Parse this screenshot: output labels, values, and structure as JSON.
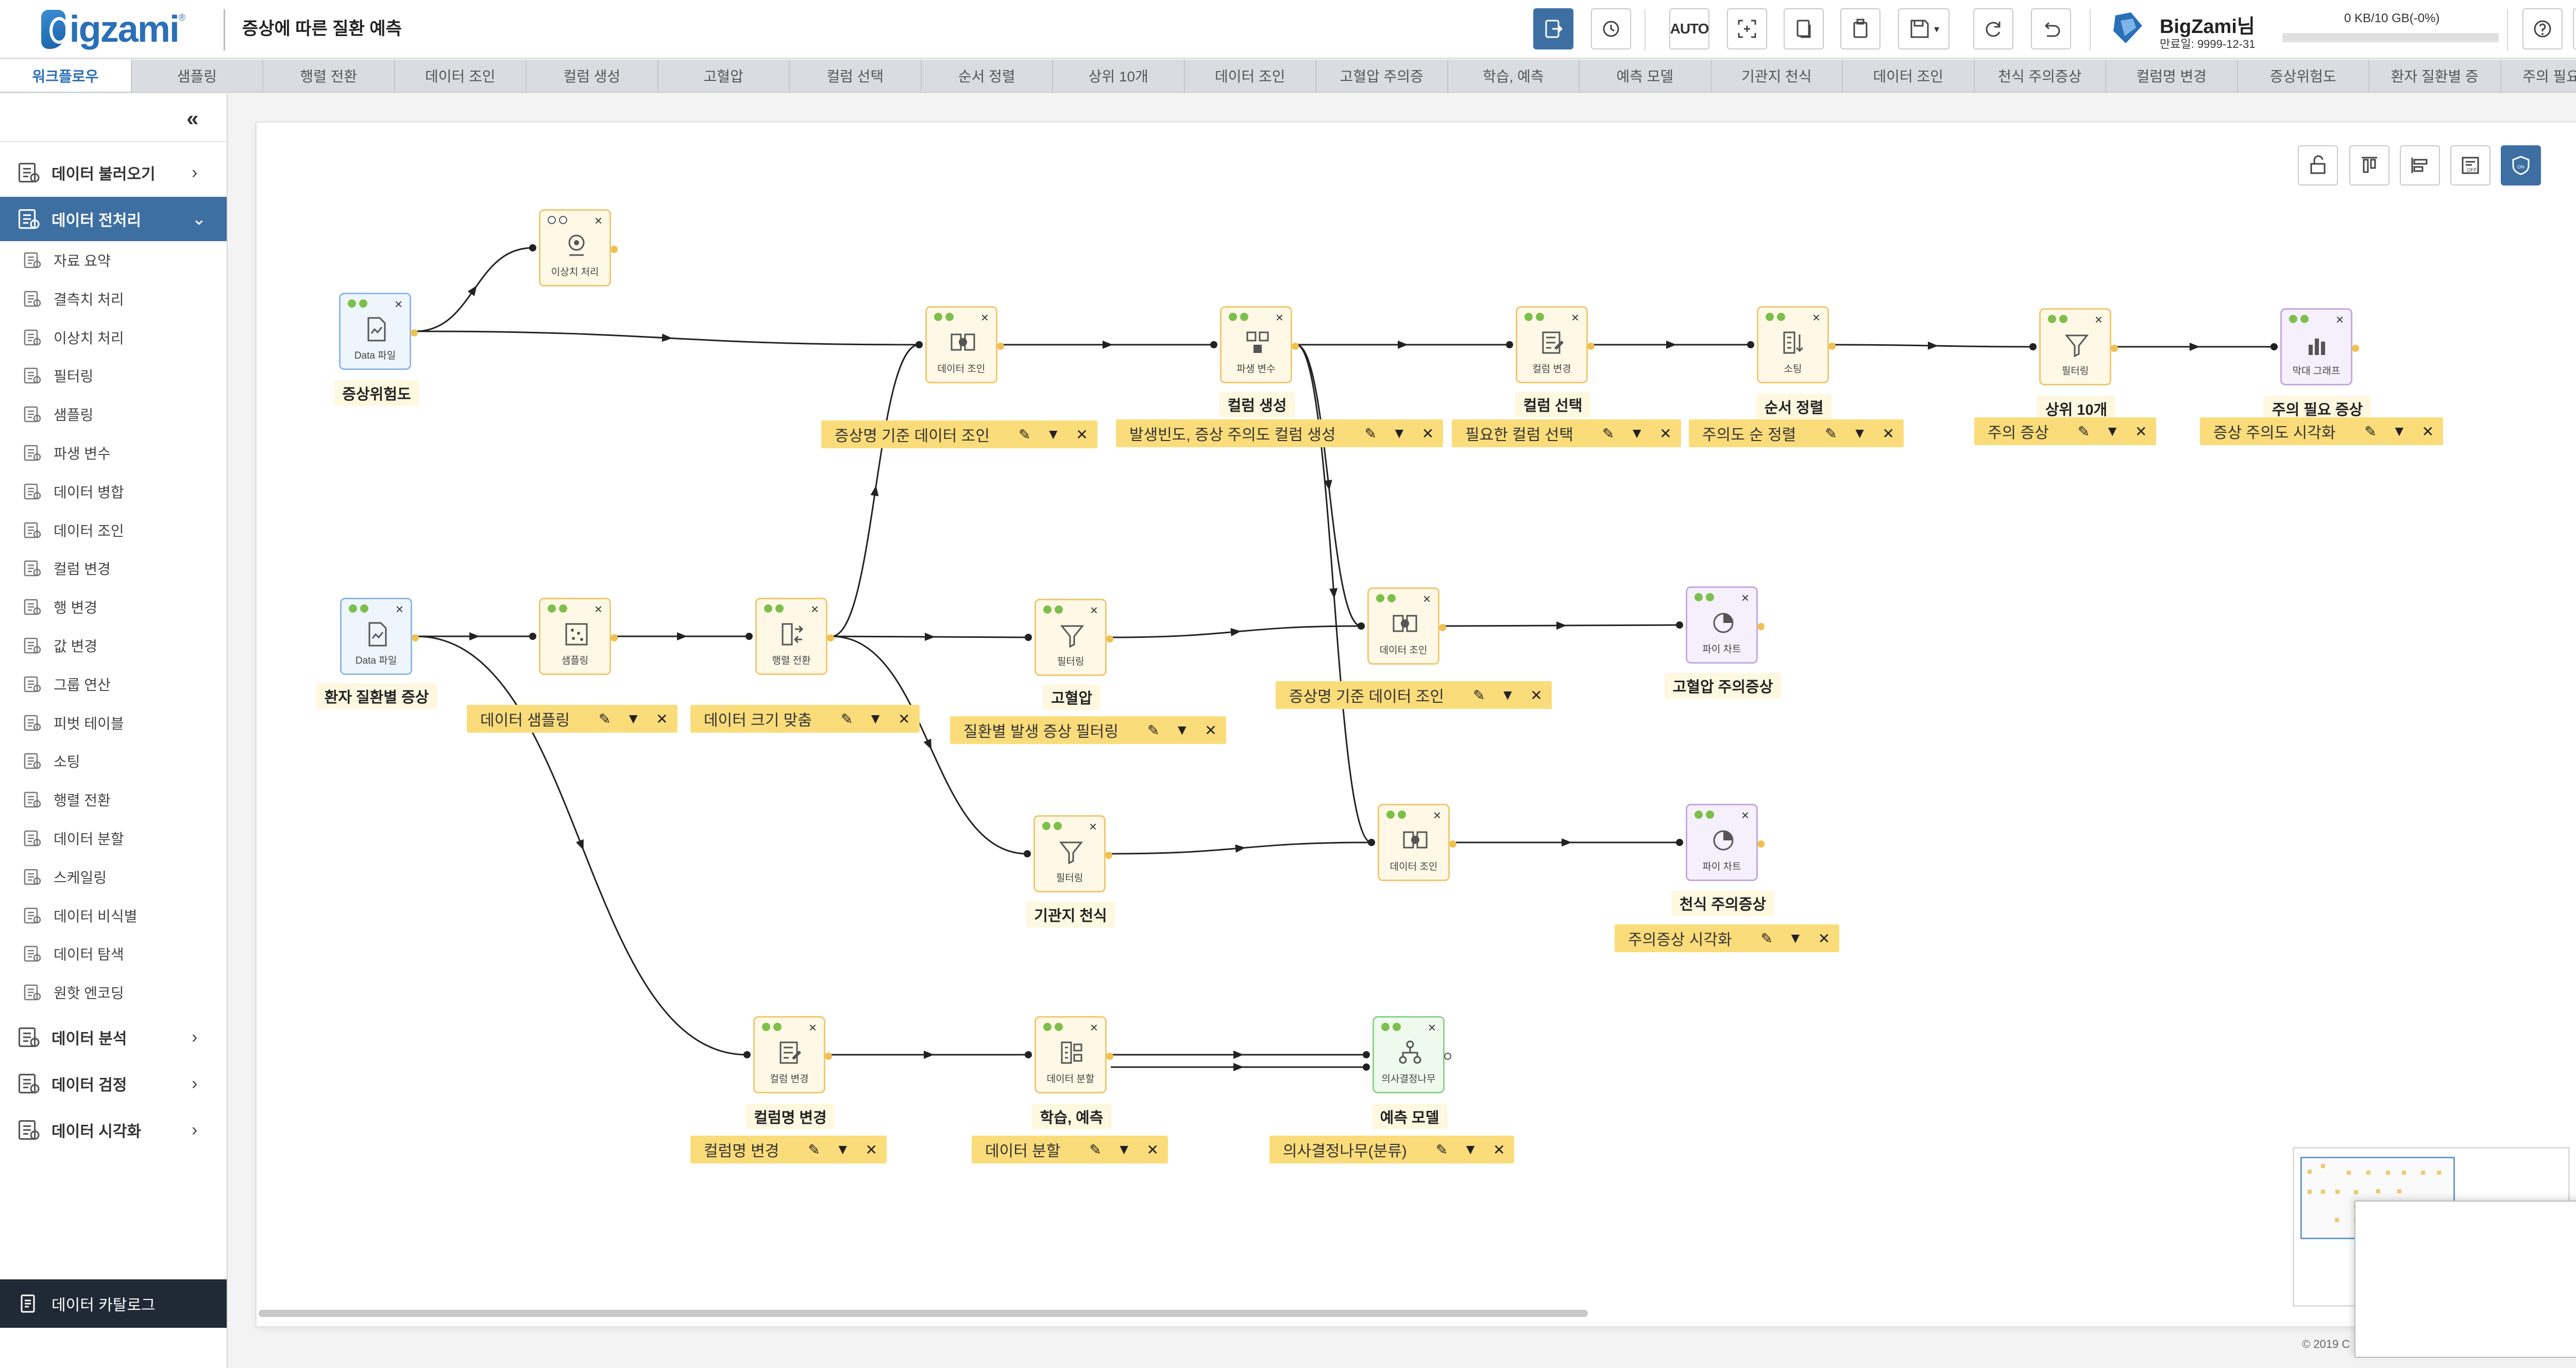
{
  "header": {
    "logo_text": "igzami",
    "title": "증상에 따른 질환 예측",
    "toolbar": {
      "auto_label": "AUTO",
      "buttons": [
        "export-icon",
        "refresh-icon",
        "auto",
        "fit-screen-icon",
        "copy-icon",
        "paste-icon",
        "save-icon",
        "reload-icon",
        "undo-icon"
      ]
    },
    "user": {
      "name": "BigZami님",
      "expire": "만료일: 9999-12-31",
      "storage_text": "0 KB/10 GB(-0%)",
      "storage_fraction": 0.0
    }
  },
  "tabs": [
    {
      "label": "워크플로우",
      "active": true
    },
    {
      "label": "샘플링"
    },
    {
      "label": "행렬 전환"
    },
    {
      "label": "데이터 조인"
    },
    {
      "label": "컬럼 생성"
    },
    {
      "label": "고혈압"
    },
    {
      "label": "컬럼 선택"
    },
    {
      "label": "순서 정렬"
    },
    {
      "label": "상위 10개"
    },
    {
      "label": "데이터 조인"
    },
    {
      "label": "고혈압 주의증"
    },
    {
      "label": "학습, 예측"
    },
    {
      "label": "예측 모델"
    },
    {
      "label": "기관지 천식"
    },
    {
      "label": "데이터 조인"
    },
    {
      "label": "천식 주의증상"
    },
    {
      "label": "컬럼명 변경"
    },
    {
      "label": "증상위험도"
    },
    {
      "label": "환자 질환별 증"
    },
    {
      "label": "주의 필요 증상"
    }
  ],
  "sidebar": {
    "collapse_label": "«",
    "categories": [
      {
        "label": "데이터 불러오기",
        "chev": "›"
      },
      {
        "label": "데이터 전처리",
        "chev": "⌄",
        "open": true
      },
      {
        "label": "데이터 분석",
        "chev": "›"
      },
      {
        "label": "데이터 검정",
        "chev": "›"
      },
      {
        "label": "데이터 시각화",
        "chev": "›"
      }
    ],
    "subitems": [
      "자료 요약",
      "결측치 처리",
      "이상치 처리",
      "필터링",
      "샘플링",
      "파생 변수",
      "데이터 병합",
      "데이터 조인",
      "컬럼 변경",
      "행 변경",
      "값 변경",
      "그룹 연산",
      "피벗 테이블",
      "소팅",
      "행렬 전환",
      "데이터 분할",
      "스케일링",
      "데이터 비식별",
      "데이터 탐색",
      "원핫 엔코딩"
    ],
    "catalog": "데이터 카탈로그"
  },
  "nodes": [
    {
      "id": "n1",
      "label": "Data 파일",
      "title": "증상위험도",
      "kind": "src",
      "icon": "file-icon"
    },
    {
      "id": "n2",
      "label": "이상치 처리",
      "title": "",
      "kind": "proc",
      "icon": "outlier-icon",
      "empty_dots": true
    },
    {
      "id": "n3",
      "label": "데이터 조인",
      "title": "",
      "kind": "proc",
      "icon": "join-icon"
    },
    {
      "id": "n4",
      "label": "파생 변수",
      "title": "컬럼 생성",
      "kind": "proc",
      "icon": "derive-icon"
    },
    {
      "id": "n5",
      "label": "컬럼 변경",
      "title": "컬럼 선택",
      "kind": "proc",
      "icon": "column-icon"
    },
    {
      "id": "n6",
      "label": "소팅",
      "title": "순서 정렬",
      "kind": "proc",
      "icon": "sort-icon"
    },
    {
      "id": "n7",
      "label": "필터링",
      "title": "상위 10개",
      "kind": "proc",
      "icon": "filter-icon"
    },
    {
      "id": "n8",
      "label": "막대 그래프",
      "title": "주의 필요 증상",
      "kind": "viz",
      "icon": "bar-chart-icon"
    },
    {
      "id": "n9",
      "label": "Data 파일",
      "title": "환자 질환별 증상",
      "kind": "src",
      "icon": "file-icon"
    },
    {
      "id": "n10",
      "label": "샘플링",
      "title": "",
      "kind": "proc",
      "icon": "sampling-icon"
    },
    {
      "id": "n11",
      "label": "행렬 전환",
      "title": "",
      "kind": "proc",
      "icon": "transpose-icon"
    },
    {
      "id": "n12",
      "label": "필터링",
      "title": "고혈압",
      "kind": "proc",
      "icon": "filter-icon"
    },
    {
      "id": "n13",
      "label": "데이터 조인",
      "title": "",
      "kind": "proc",
      "icon": "join-icon"
    },
    {
      "id": "n14",
      "label": "파이 차트",
      "title": "고혈압 주의증상",
      "kind": "viz",
      "icon": "pie-chart-icon"
    },
    {
      "id": "n15",
      "label": "필터링",
      "title": "기관지 천식",
      "kind": "proc",
      "icon": "filter-icon"
    },
    {
      "id": "n16",
      "label": "데이터 조인",
      "title": "",
      "kind": "proc",
      "icon": "join-icon"
    },
    {
      "id": "n17",
      "label": "파이 차트",
      "title": "천식 주의증상",
      "kind": "viz",
      "icon": "pie-chart-icon"
    },
    {
      "id": "n18",
      "label": "컬럼 변경",
      "title": "컬럼명 변경",
      "kind": "proc",
      "icon": "column-icon"
    },
    {
      "id": "n19",
      "label": "데이터 분할",
      "title": "학습, 예측",
      "kind": "proc",
      "icon": "split-icon"
    },
    {
      "id": "n20",
      "label": "의사결정나무",
      "title": "예측 모델",
      "kind": "model",
      "icon": "tree-icon",
      "hollow_port": true
    }
  ],
  "annotations": [
    {
      "text": "증상명 기준 데이터 조인"
    },
    {
      "text": "발생빈도, 증상 주의도 컬럼 생성"
    },
    {
      "text": "필요한 컬럼 선택"
    },
    {
      "text": "주의도 순 정렬"
    },
    {
      "text": "주의 증상"
    },
    {
      "text": "증상 주의도 시각화"
    },
    {
      "text": "데이터 샘플링"
    },
    {
      "text": "데이터 크기 맞춤"
    },
    {
      "text": "질환별 발생 증상 필터링"
    },
    {
      "text": "증상명 기준 데이터 조인"
    },
    {
      "text": "주의증상 시각화"
    },
    {
      "text": "컬럼명 변경"
    },
    {
      "text": "데이터 분할"
    },
    {
      "text": "의사결정나무(분류)"
    }
  ],
  "annotation_actions": [
    "✎",
    "▼",
    "✕"
  ],
  "copyright": "© 2019 C"
}
